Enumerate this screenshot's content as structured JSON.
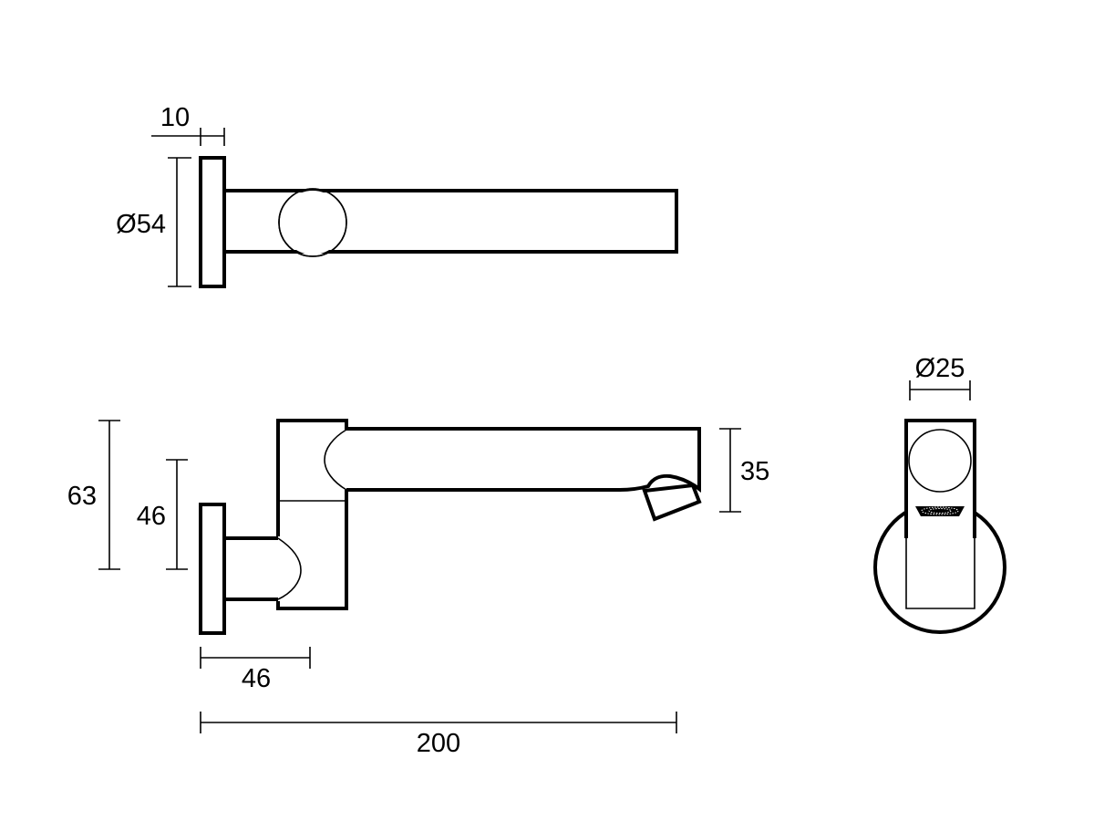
{
  "dimensions": {
    "flange_thickness": "10",
    "flange_diameter": "Ø54",
    "total_height": "63",
    "inlet_height": "46",
    "spout_height": "35",
    "inlet_projection": "46",
    "total_projection": "200",
    "spout_diameter": "Ø25"
  }
}
